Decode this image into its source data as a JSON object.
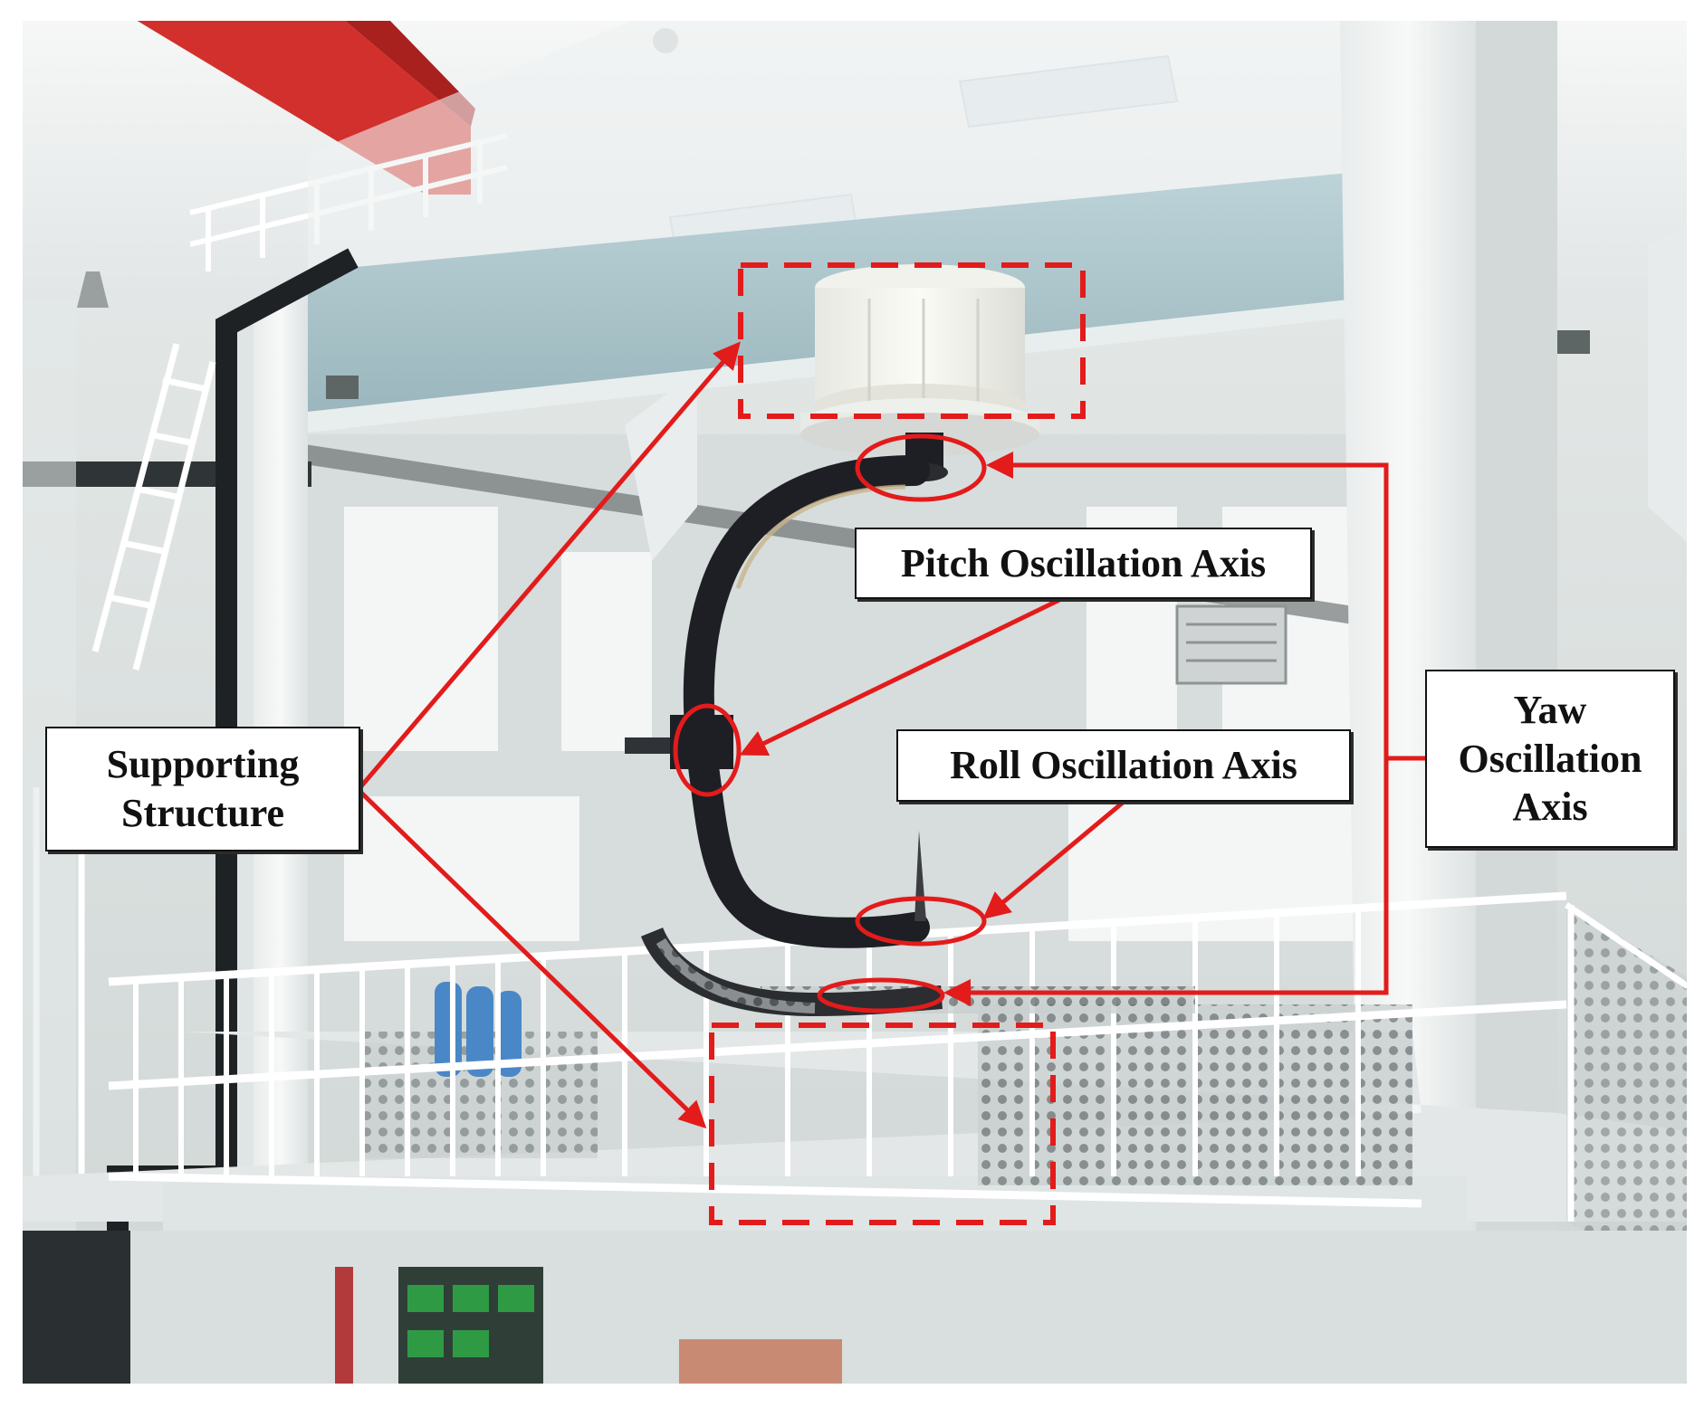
{
  "figure": {
    "labels": {
      "supporting_structure": "Supporting Structure",
      "pitch_axis": "Pitch Oscillation Axis",
      "roll_axis": "Roll Oscillation Axis",
      "yaw_axis": "Yaw Oscillation Axis"
    },
    "colors": {
      "annotation": "#e31b1b",
      "frame": "#eef0f0",
      "beam": "#a9c3c9",
      "ceiling": "#f1f2f2",
      "arm": "#1d1f24",
      "wall": "#dfe3e2",
      "crane_beam": "#d2302c"
    }
  }
}
